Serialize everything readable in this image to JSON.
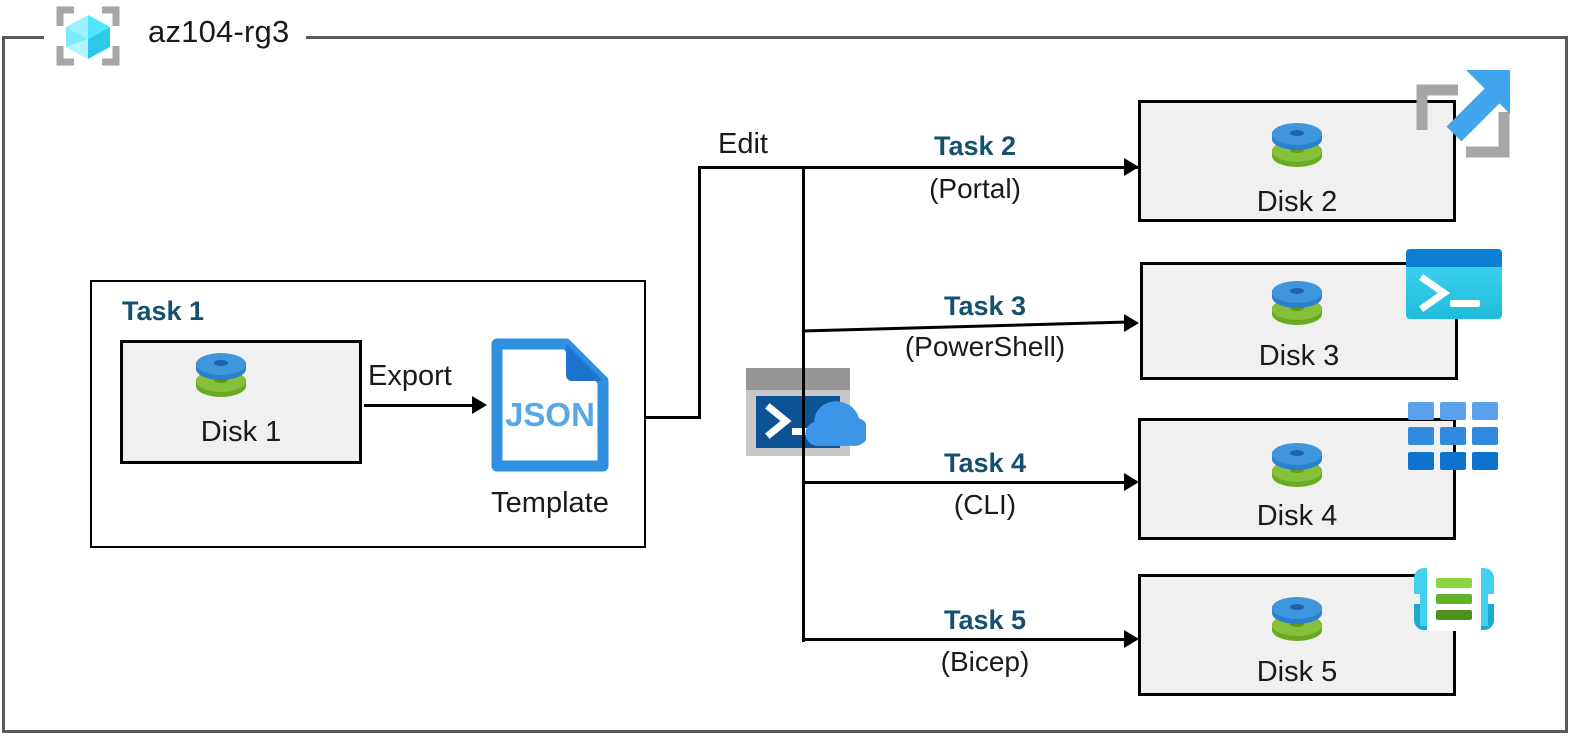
{
  "diagram": {
    "resource_group": {
      "name": "az104-rg3",
      "icon": "resource-group-cube-icon"
    },
    "task1": {
      "heading": "Task 1",
      "disk_label": "Disk 1",
      "disk_icon": "managed-disk-icon",
      "export_label": "Export",
      "template_icon": "json-file-icon",
      "template_icon_text": "JSON",
      "template_label": "Template"
    },
    "edit": {
      "label": "Edit",
      "icon": "azure-cloud-shell-icon"
    },
    "branches": [
      {
        "task": "Task 2",
        "tool": "(Portal)",
        "disk_label": "Disk 2",
        "disk_icon": "managed-disk-icon",
        "tool_icon": "azure-portal-icon"
      },
      {
        "task": "Task 3",
        "tool": "(PowerShell)",
        "disk_label": "Disk 3",
        "disk_icon": "managed-disk-icon",
        "tool_icon": "powershell-icon"
      },
      {
        "task": "Task 4",
        "tool": "(CLI)",
        "disk_label": "Disk 4",
        "disk_icon": "managed-disk-icon",
        "tool_icon": "azure-cli-grid-icon"
      },
      {
        "task": "Task 5",
        "tool": "(Bicep)",
        "disk_label": "Disk 5",
        "disk_icon": "managed-disk-icon",
        "tool_icon": "bicep-template-icon"
      }
    ],
    "colors": {
      "task_heading": "#15506f",
      "frame_border": "#595a5c",
      "box_fill": "#f0f0f0",
      "box_border": "#000000",
      "disk_blue": "#3c91e6",
      "disk_green": "#7ab51d",
      "json_blue": "#2f8fe0",
      "cloudshell_blue": "#0b5394",
      "powershell_cyan": "#30c8e8",
      "cli_blue": "#2f8ae0",
      "bicep_cyan": "#35c6ec",
      "portal_arrow_blue": "#41a5ee",
      "cube_cyan": "#50e6ff"
    }
  }
}
